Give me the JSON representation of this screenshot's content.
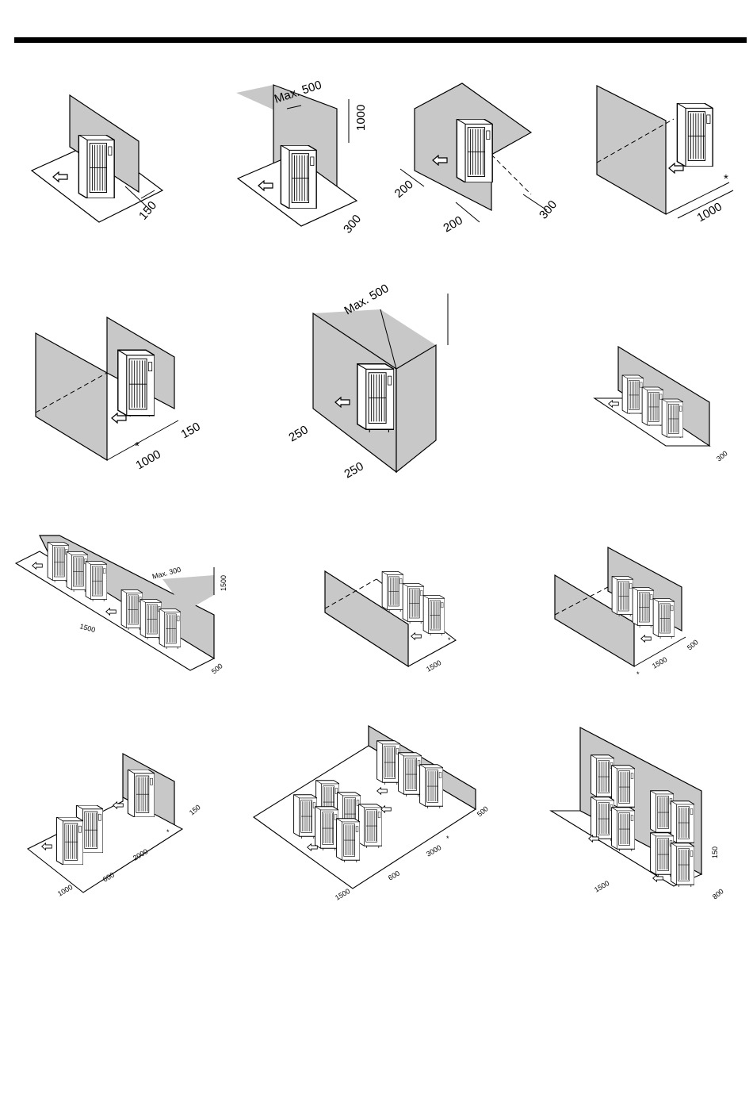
{
  "colors": {
    "wall": "#c8c8c8",
    "line": "#000000",
    "unit": "#ffffff"
  },
  "panels": [
    {
      "id": "p1",
      "labels": [
        "150"
      ]
    },
    {
      "id": "p2",
      "labels": [
        "Max. 500",
        "1000",
        "300"
      ]
    },
    {
      "id": "p3",
      "labels": [
        "200",
        "200",
        "300"
      ]
    },
    {
      "id": "p4",
      "labels": [
        "*",
        "1000"
      ]
    },
    {
      "id": "p5",
      "labels": [
        "*",
        "1000",
        "150"
      ]
    },
    {
      "id": "p6",
      "labels": [
        "Max. 500",
        "250",
        "250"
      ]
    },
    {
      "id": "p7",
      "labels": [
        "300"
      ]
    },
    {
      "id": "p8",
      "labels": [
        "Max. 300",
        "1500",
        "1500",
        "500"
      ]
    },
    {
      "id": "p9",
      "labels": [
        "*",
        "1500"
      ]
    },
    {
      "id": "p10",
      "labels": [
        "*",
        "1500",
        "500"
      ]
    },
    {
      "id": "p11",
      "labels": [
        "150",
        "*",
        "2000",
        "600",
        "1000"
      ]
    },
    {
      "id": "p12",
      "labels": [
        "500",
        "3000",
        "*",
        "600",
        "1500"
      ]
    },
    {
      "id": "p13",
      "labels": [
        "150",
        "1500",
        "800"
      ]
    }
  ],
  "icons": [
    "outdoor-unit-icon",
    "airflow-arrow-icon"
  ]
}
